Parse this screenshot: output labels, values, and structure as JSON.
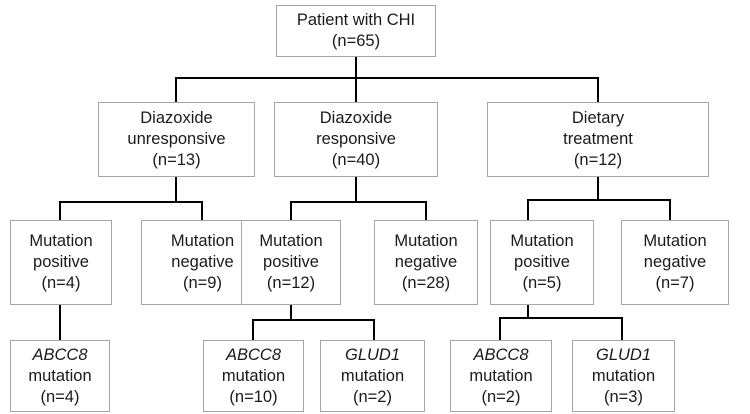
{
  "root": {
    "line1": "Patient with CHI",
    "count": "(n=65)"
  },
  "branches": {
    "unresponsive": {
      "line1": "Diazoxide",
      "line2": "unresponsive",
      "count": "(n=13)"
    },
    "responsive": {
      "line1": "Diazoxide",
      "line2": "responsive",
      "count": "(n=40)"
    },
    "dietary": {
      "line1": "Dietary",
      "line2": "treatment",
      "count": "(n=12)"
    }
  },
  "mutation_groups": {
    "unresponsive_positive": {
      "line1": "Mutation",
      "line2": "positive",
      "count": "(n=4)"
    },
    "unresponsive_negative": {
      "line1": "Mutation",
      "line2": "negative",
      "count": "(n=9)"
    },
    "responsive_positive": {
      "line1": "Mutation",
      "line2": "positive",
      "count": "(n=12)"
    },
    "responsive_negative": {
      "line1": "Mutation",
      "line2": "negative",
      "count": "(n=28)"
    },
    "dietary_positive": {
      "line1": "Mutation",
      "line2": "positive",
      "count": "(n=5)"
    },
    "dietary_negative": {
      "line1": "Mutation",
      "line2": "negative",
      "count": "(n=7)"
    }
  },
  "genes": {
    "unresponsive_abcc8": {
      "gene": "ABCC8",
      "line2": "mutation",
      "count": "(n=4)"
    },
    "responsive_abcc8": {
      "gene": "ABCC8",
      "line2": "mutation",
      "count": "(n=10)"
    },
    "responsive_glud1": {
      "gene": "GLUD1",
      "line2": "mutation",
      "count": "(n=2)"
    },
    "dietary_abcc8": {
      "gene": "ABCC8",
      "line2": "mutation",
      "count": "(n=2)"
    },
    "dietary_glud1": {
      "gene": "GLUD1",
      "line2": "mutation",
      "count": "(n=3)"
    }
  },
  "colors": {
    "connector": "#000000",
    "box_border": "#a6a6a6",
    "text": "#1a1a1a"
  }
}
